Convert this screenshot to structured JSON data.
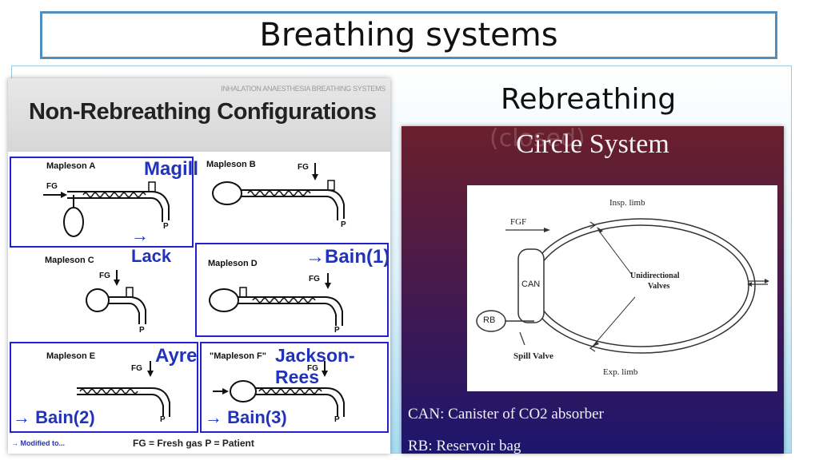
{
  "title": "Breathing systems",
  "left": {
    "source_caption": "INHALATION ANAESTHESIA BREATHING SYSTEMS",
    "heading": "Non-Rebreathing Configurations",
    "cells": [
      {
        "label": "Mapleson A",
        "name": "Magill",
        "aka": "→ Lack",
        "fg": "FG",
        "p": "P"
      },
      {
        "label": "Mapleson B",
        "fg": "FG",
        "p": "P"
      },
      {
        "label": "Mapleson C",
        "fg": "FG",
        "p": "P"
      },
      {
        "label": "Mapleson D",
        "name": "→Bain(1)",
        "fg": "FG",
        "p": "P"
      },
      {
        "label": "Mapleson E",
        "name": "Ayre",
        "aka": "→ Bain(2)",
        "fg": "FG",
        "p": "P"
      },
      {
        "label": "\"Mapleson F\"",
        "name": "Jackson-Rees",
        "aka": "→ Bain(3)",
        "fg": "FG",
        "p": "P"
      }
    ],
    "footer_modified": "→ Modified to...",
    "footer_legend": "FG = Fresh gas   P = Patient"
  },
  "right": {
    "heading": "Rebreathing",
    "heading_hidden": "(closed)",
    "circle_title": "Circle System",
    "figure": {
      "insp_limb": "Insp. limb",
      "exp_limb": "Exp. limb",
      "fgf": "FGF",
      "can": "CAN",
      "rb": "RB",
      "spill_valve": "Spill Valve",
      "valves_line1": "Unidirectional",
      "valves_line2": "Valves"
    },
    "note_can": "CAN: Canister of CO2 absorber",
    "note_rb": "RB: Reservoir bag"
  }
}
